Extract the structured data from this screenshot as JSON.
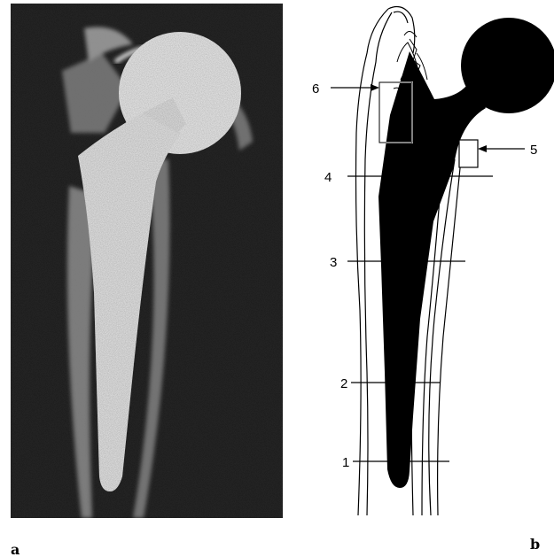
{
  "panels": [
    {
      "id": "a",
      "label": "a",
      "kind": "radiograph"
    },
    {
      "id": "b",
      "label": "b",
      "kind": "line-drawing"
    }
  ],
  "section_labels": [
    "1",
    "2",
    "3",
    "4"
  ],
  "region_labels": [
    "5",
    "6"
  ],
  "colors": {
    "background": "#ffffff",
    "xray_dark": "#2b2b2b",
    "implant_light": "#f2f2f2",
    "stem_fill": "#000000",
    "line": "#000000"
  }
}
